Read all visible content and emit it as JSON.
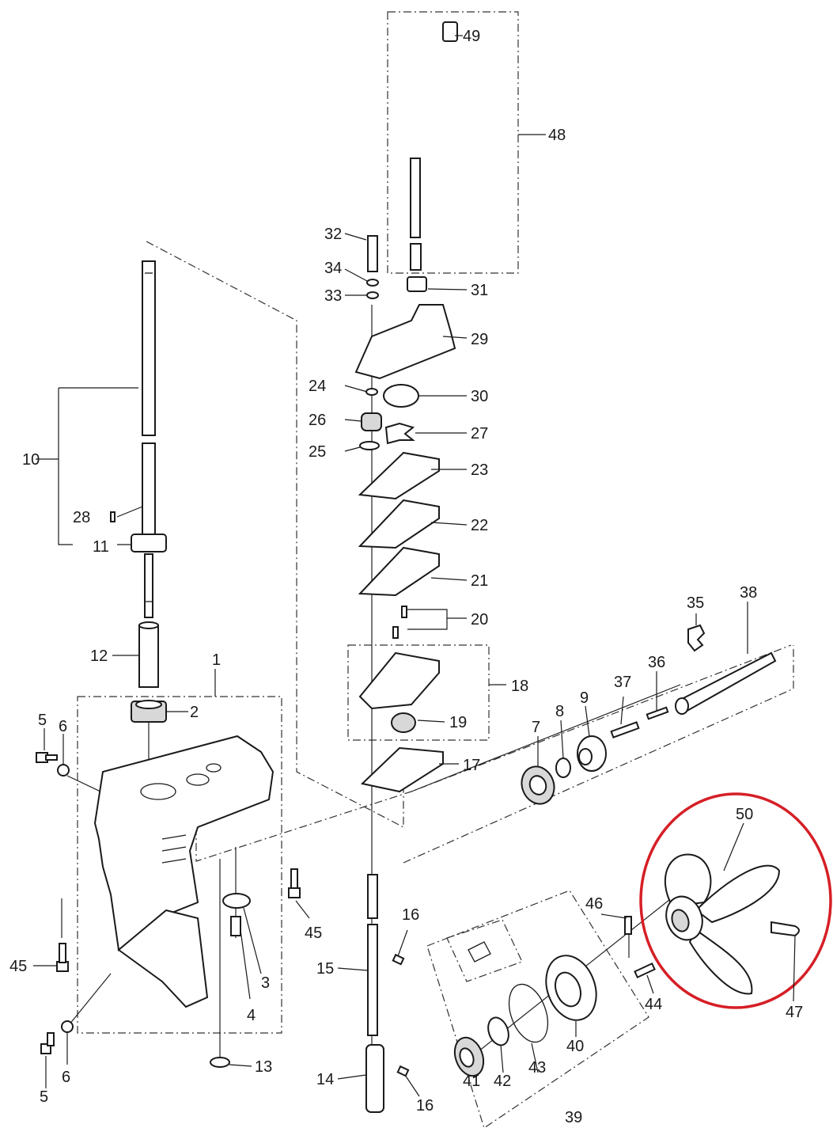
{
  "colors": {
    "line": "#1a1a1a",
    "highlight": "#d61f26",
    "background": "#ffffff"
  },
  "callouts": [
    {
      "id": "1",
      "text": "1"
    },
    {
      "id": "2",
      "text": "2"
    },
    {
      "id": "3",
      "text": "3"
    },
    {
      "id": "4",
      "text": "4"
    },
    {
      "id": "5a",
      "text": "5"
    },
    {
      "id": "5b",
      "text": "5"
    },
    {
      "id": "6a",
      "text": "6"
    },
    {
      "id": "6b",
      "text": "6"
    },
    {
      "id": "7",
      "text": "7"
    },
    {
      "id": "8",
      "text": "8"
    },
    {
      "id": "9",
      "text": "9"
    },
    {
      "id": "10",
      "text": "10"
    },
    {
      "id": "11",
      "text": "11"
    },
    {
      "id": "12",
      "text": "12"
    },
    {
      "id": "13",
      "text": "13"
    },
    {
      "id": "14",
      "text": "14"
    },
    {
      "id": "15",
      "text": "15"
    },
    {
      "id": "16a",
      "text": "16"
    },
    {
      "id": "16b",
      "text": "16"
    },
    {
      "id": "17",
      "text": "17"
    },
    {
      "id": "18",
      "text": "18"
    },
    {
      "id": "19",
      "text": "19"
    },
    {
      "id": "20",
      "text": "20"
    },
    {
      "id": "21",
      "text": "21"
    },
    {
      "id": "22",
      "text": "22"
    },
    {
      "id": "23",
      "text": "23"
    },
    {
      "id": "24",
      "text": "24"
    },
    {
      "id": "25",
      "text": "25"
    },
    {
      "id": "26",
      "text": "26"
    },
    {
      "id": "27",
      "text": "27"
    },
    {
      "id": "28",
      "text": "28"
    },
    {
      "id": "29",
      "text": "29"
    },
    {
      "id": "30",
      "text": "30"
    },
    {
      "id": "31",
      "text": "31"
    },
    {
      "id": "32",
      "text": "32"
    },
    {
      "id": "33",
      "text": "33"
    },
    {
      "id": "34",
      "text": "34"
    },
    {
      "id": "35",
      "text": "35"
    },
    {
      "id": "36",
      "text": "36"
    },
    {
      "id": "37",
      "text": "37"
    },
    {
      "id": "38",
      "text": "38"
    },
    {
      "id": "39",
      "text": "39"
    },
    {
      "id": "40",
      "text": "40"
    },
    {
      "id": "41",
      "text": "41"
    },
    {
      "id": "42",
      "text": "42"
    },
    {
      "id": "43",
      "text": "43"
    },
    {
      "id": "44",
      "text": "44"
    },
    {
      "id": "45a",
      "text": "45"
    },
    {
      "id": "45b",
      "text": "45"
    },
    {
      "id": "46",
      "text": "46"
    },
    {
      "id": "47",
      "text": "47"
    },
    {
      "id": "48",
      "text": "48"
    },
    {
      "id": "49",
      "text": "49"
    },
    {
      "id": "50",
      "text": "50"
    }
  ]
}
